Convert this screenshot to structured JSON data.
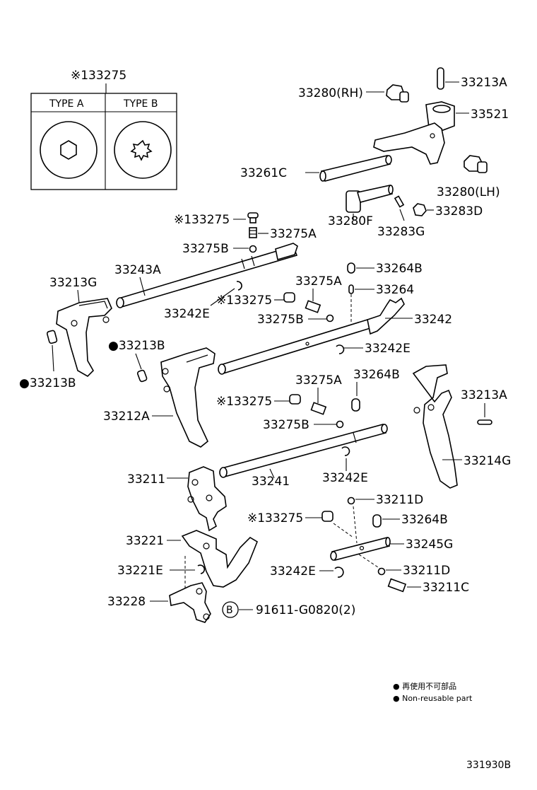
{
  "inset": {
    "title": "※133275",
    "type_a": "TYPE A",
    "type_b": "TYPE B"
  },
  "labels": {
    "p33213A_top": "33213A",
    "p33280RH": "33280(RH)",
    "p33521": "33521",
    "p33261C": "33261C",
    "p33280LH": "33280(LH)",
    "p33280F": "33280F",
    "p33283D": "33283D",
    "p33283G": "33283G",
    "p33275_a": "※133275",
    "p33275A_a": "33275A",
    "p33275B_a": "33275B",
    "p33243A": "33243A",
    "p33213G": "33213G",
    "p33242E_a": "33242E",
    "p33275A_b": "33275A",
    "p33275_b": "※133275",
    "p33264B_a": "33264B",
    "p33264": "33264",
    "p33275B_b": "33275B",
    "p33242": "33242",
    "p33213B_a": "●33213B",
    "p33242E_b": "33242E",
    "p33213B_b": "●33213B",
    "p33275A_c": "33275A",
    "p33264B_b": "33264B",
    "p33275_c": "※133275",
    "p33212A": "33212A",
    "p33213A_right": "33213A",
    "p33275B_c": "33275B",
    "p33214G": "33214G",
    "p33211": "33211",
    "p33241": "33241",
    "p33242E_c": "33242E",
    "p33211D_a": "33211D",
    "p33275_d": "※133275",
    "p33264B_c": "33264B",
    "p33221": "33221",
    "p33245G": "33245G",
    "p33221E": "33221E",
    "p33242E_d": "33242E",
    "p33211D_b": "33211D",
    "p33211C": "33211C",
    "p33228": "33228",
    "p91611": "91611-G0820(2)",
    "bolt_mark": "B"
  },
  "legend": {
    "jp": "● 再使用不可部品",
    "en": "● Non-reusable part"
  },
  "figure_id": "331930B"
}
